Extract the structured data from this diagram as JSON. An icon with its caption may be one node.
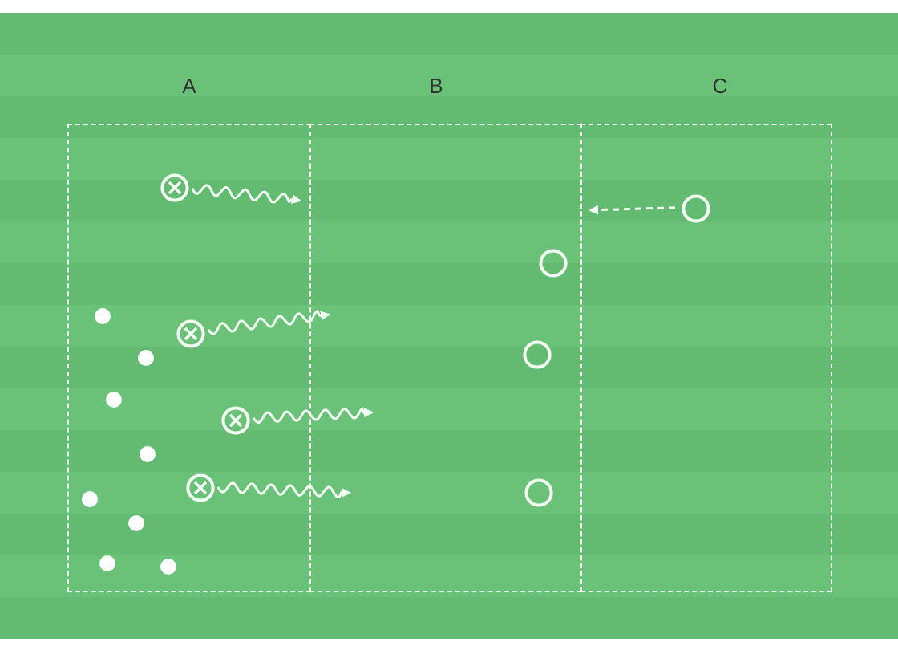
{
  "diagram": {
    "nodes": [
      {
        "text": [
          "A"
        ]
      },
      {
        "text": [
          "B"
        ]
      },
      {
        "text": [
          "C"
        ]
      },
      {
        "text": [],
        "shape": "crossed-circle",
        "in": 0
      },
      {
        "text": [],
        "shape": "circle",
        "in": 2
      },
      {
        "text": [],
        "shape": "circle",
        "in": 1
      },
      {
        "text": [],
        "shape": "dot",
        "in": 0
      },
      {
        "text": [],
        "shape": "crossed-circle",
        "in": 0
      },
      {
        "text": [],
        "shape": "dot",
        "in": 0
      },
      {
        "text": [],
        "shape": "circle",
        "in": 1
      },
      {
        "text": [],
        "shape": "dot",
        "in": 0
      },
      {
        "text": [],
        "shape": "crossed-circle",
        "in": 0
      },
      {
        "text": [],
        "shape": "dot",
        "in": 0
      },
      {
        "text": [],
        "shape": "dot",
        "in": 0
      },
      {
        "text": [],
        "shape": "crossed-circle",
        "in": 0
      },
      {
        "text": [],
        "shape": "circle",
        "in": 1
      },
      {
        "text": [],
        "shape": "dot",
        "in": 0
      },
      {
        "text": [],
        "shape": "dot",
        "in": 0
      },
      {
        "text": [],
        "shape": "dot",
        "in": 0
      }
    ],
    "edges": [
      {
        "from": 3,
        "to": null,
        "arrow": "to"
      },
      {
        "from": 4,
        "to": null,
        "arrow": "to",
        "style": "dashed"
      },
      {
        "from": 7,
        "to": null,
        "arrow": "to"
      },
      {
        "from": 11,
        "to": null,
        "arrow": "to"
      },
      {
        "from": 14,
        "to": null,
        "arrow": "to"
      }
    ]
  }
}
